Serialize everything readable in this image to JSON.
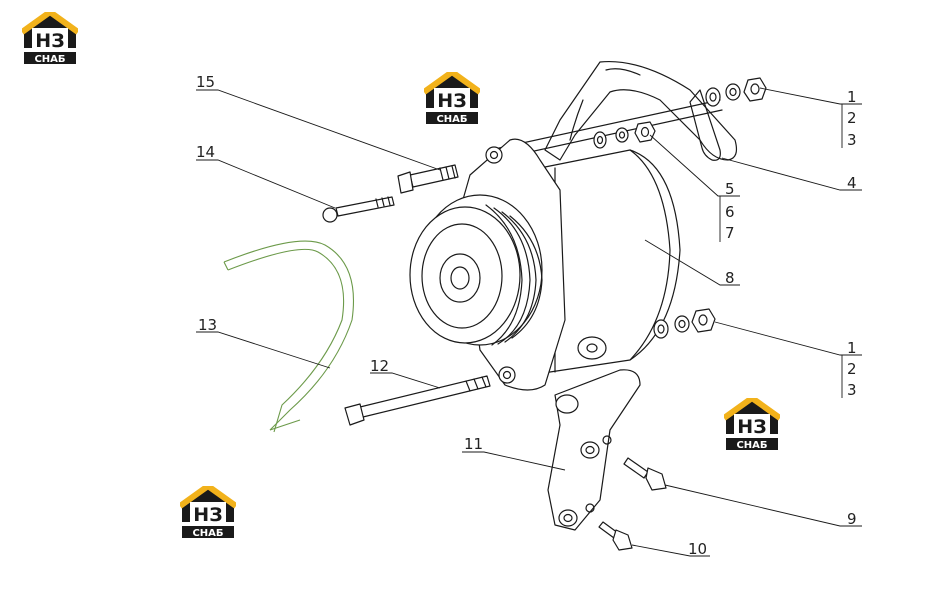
{
  "brand": {
    "mark_text": "НЗ",
    "word_text": "СНАБ",
    "accent_color": "#f2b21b",
    "dark_color": "#1a1a1a"
  },
  "logos": [
    {
      "name": "brand-logo-top-left"
    },
    {
      "name": "brand-logo-top-center"
    },
    {
      "name": "brand-logo-right"
    },
    {
      "name": "brand-logo-bottom-left"
    }
  ],
  "callouts": {
    "c1a": "1",
    "c2a": "2",
    "c3a": "3",
    "c4": "4",
    "c5": "5",
    "c6": "6",
    "c7": "7",
    "c8": "8",
    "c1b": "1",
    "c2b": "2",
    "c3b": "3",
    "c9": "9",
    "c10": "10",
    "c11": "11",
    "c12": "12",
    "c13": "13",
    "c14": "14",
    "c15": "15"
  },
  "colors": {
    "line": "#1a1a1a",
    "belt": "#6c9a4a"
  }
}
